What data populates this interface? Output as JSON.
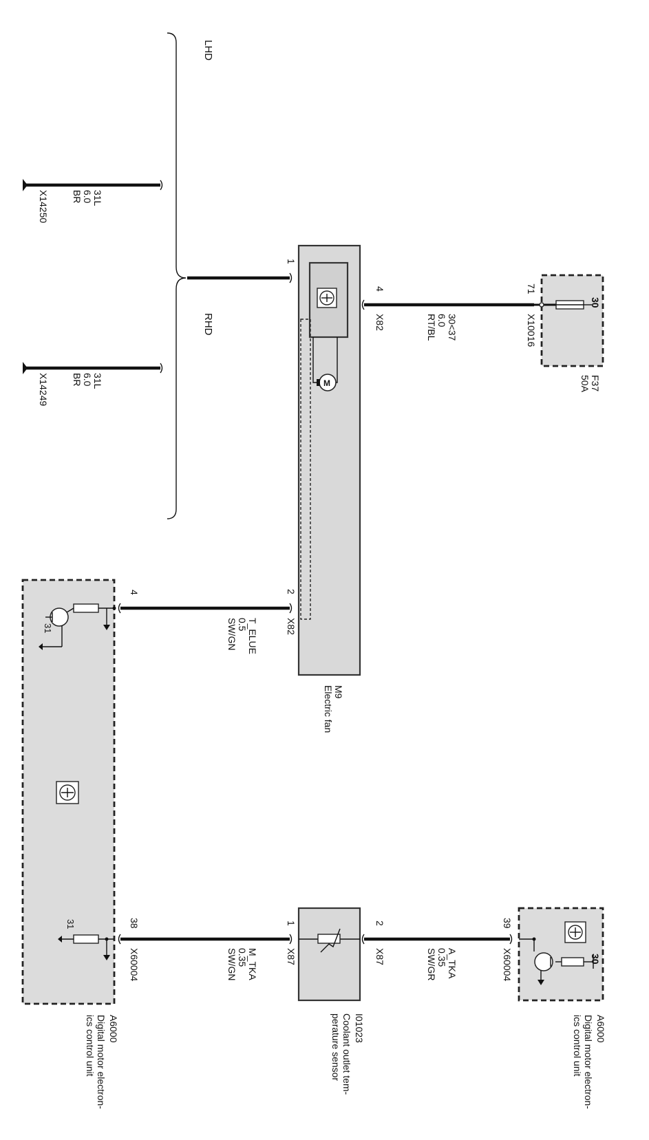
{
  "labels": {
    "lhd": "LHD",
    "rhd": "RHD",
    "g14250_wire": "31L",
    "g14250_size": "6.0",
    "g14250_color": "BR",
    "g14250_id": "X14250",
    "g14249_wire": "31L",
    "g14249_size": "6.0",
    "g14249_color": "BR",
    "g14249_id": "X14249",
    "m9_pin1": "1",
    "m9_pin4": "4",
    "m9_pin2": "2",
    "m9_conn_a": "X82",
    "m9_conn_b": "X82",
    "m9_id": "M9",
    "m9_name": "Electric fan",
    "w_fan_power_name": "30<37",
    "w_fan_power_size": "6.0",
    "w_fan_power_color": "RT/BL",
    "fuse_pin": "71",
    "fuse_term": "30",
    "fuse_conn": "X10016",
    "fuse_id": "F37",
    "fuse_rating": "50A",
    "w_telue_name": "T_ELUE",
    "w_telue_size": "0.5",
    "w_telue_color": "SW/GN",
    "a6000l_pin4": "4",
    "a6000l_gnd": "31",
    "a6000l_pin38": "38",
    "a6000l_gnd2": "31",
    "a6000l_conn": "X60004",
    "a6000l_id": "A6000",
    "a6000l_name1": "Digital motor electron-",
    "a6000l_name2": "ics control unit",
    "w_mtka_name": "M_TKA",
    "w_mtka_size": "0.35",
    "w_mtka_color": "SW/GN",
    "sensor_pin1": "1",
    "sensor_pin2": "2",
    "sensor_conn_a": "X87",
    "sensor_conn_b": "X87",
    "sensor_id": "I01023",
    "sensor_name1": "Coolant outlet tem-",
    "sensor_name2": "perature sensor",
    "w_atka_name": "A_TKA",
    "w_atka_size": "0.35",
    "w_atka_color": "SW/GR",
    "a6000r_pin39": "39",
    "a6000r_term": "30",
    "a6000r_conn": "X60004",
    "a6000r_id": "A6000",
    "a6000r_name1": "Digital motor electron-",
    "a6000r_name2": "ics control unit"
  },
  "colors": {
    "wire": "#111111",
    "module_fill": "#d9d9d9",
    "background": "#ffffff"
  }
}
